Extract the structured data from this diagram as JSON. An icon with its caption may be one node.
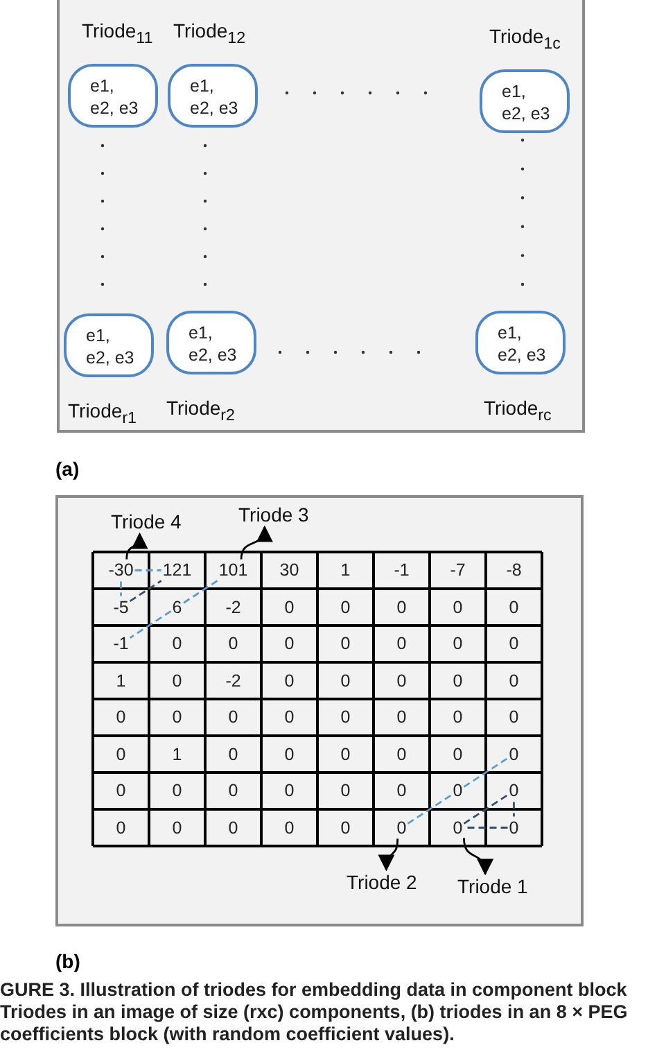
{
  "diagram": {
    "caption": "GURE 3. Illustration of triodes for embedding data in component block Triodes in an image of size (rxc) components, (b) triodes in an 8 × PEG coefficients block (with random coefficient values).",
    "nodes": [
      {
        "text": [],
        "shape": "box"
      },
      {
        "text": [
          "Triode$_{11}$",
          "e1, e2, e3"
        ],
        "in": 0
      },
      {
        "text": [
          "Triode$_{12}$",
          "e1, e2, e3"
        ],
        "in": 0
      },
      {
        "text": [
          "Triode$_{1c}$",
          "e1, e2, e3"
        ],
        "in": 0
      },
      {
        "text": [
          "e1, e2, e3",
          "Triode$_{r1}$"
        ],
        "in": 0
      },
      {
        "text": [
          "e1, e2, e3",
          "Triode$_{r2}$"
        ],
        "in": 0
      },
      {
        "text": [
          "e1, e2, e3",
          "Triode$_{rc}$"
        ],
        "in": 0
      },
      {
        "text": [],
        "shape": "box"
      },
      {
        "text": [
          "Triode 4"
        ],
        "in": 7
      },
      {
        "text": [
          "Triode 3"
        ],
        "in": 7
      },
      {
        "text": [
          "-30"
        ],
        "in": 7
      },
      {
        "text": [
          "121"
        ],
        "in": 7
      },
      {
        "text": [
          "101"
        ],
        "in": 7
      },
      {
        "text": [
          "-5"
        ],
        "in": 7
      },
      {
        "text": [
          "6"
        ],
        "in": 7
      },
      {
        "text": [
          "-1"
        ],
        "in": 7
      },
      {
        "text": [
          "0"
        ],
        "in": 7
      },
      {
        "text": [
          "0"
        ],
        "in": 7
      },
      {
        "text": [
          "0"
        ],
        "in": 7
      },
      {
        "text": [
          "0"
        ],
        "in": 7
      },
      {
        "text": [
          "0"
        ],
        "in": 7
      },
      {
        "text": [
          "0"
        ],
        "in": 7
      },
      {
        "text": [
          "Triode 2"
        ],
        "in": 7
      },
      {
        "text": [
          "Triode 1"
        ],
        "in": 7
      }
    ],
    "edges": [
      {
        "from": 10,
        "to": 8,
        "arrow": "to",
        "color": "#000000"
      },
      {
        "from": 12,
        "to": 9,
        "arrow": "to",
        "color": "#000000"
      },
      {
        "from": 19,
        "to": 22,
        "arrow": "to",
        "color": "#000000"
      },
      {
        "from": 20,
        "to": 23,
        "arrow": "to",
        "color": "#000000"
      },
      {
        "from": 10,
        "to": 11,
        "arrow": "none",
        "style": "dashed",
        "color": "#5b9bd5"
      },
      {
        "from": 10,
        "to": 13,
        "arrow": "none",
        "style": "dashed",
        "color": "#5b9bd5"
      },
      {
        "from": 13,
        "to": 11,
        "arrow": "none",
        "style": "dashed",
        "color": "#2f4f6f"
      },
      {
        "from": 12,
        "to": 14,
        "arrow": "none",
        "style": "dashed",
        "color": "#5b9bd5"
      },
      {
        "from": 14,
        "to": 15,
        "arrow": "none",
        "style": "dashed",
        "color": "#5b9bd5"
      },
      {
        "from": 19,
        "to": 17,
        "arrow": "none",
        "style": "dashed",
        "color": "#5b9bd5"
      },
      {
        "from": 17,
        "to": 16,
        "arrow": "none",
        "style": "dashed",
        "color": "#5b9bd5"
      },
      {
        "from": 20,
        "to": 18,
        "arrow": "none",
        "style": "dashed",
        "color": "#2f4f6f"
      },
      {
        "from": 18,
        "to": 21,
        "arrow": "none",
        "style": "dashed",
        "color": "#2f4f6f"
      },
      {
        "from": 21,
        "to": 20,
        "arrow": "none",
        "style": "dashed",
        "color": "#2f4f6f"
      }
    ],
    "labels": [
      "(a)",
      "30",
      "1",
      "-1",
      "-7",
      "-8",
      "-2",
      "0",
      "0",
      "0",
      "0",
      "0",
      "0",
      "0",
      "0",
      "0",
      "0",
      "0",
      "0",
      "1",
      "0",
      "-2",
      "0",
      "0",
      "0",
      "0",
      "0",
      "0",
      "0",
      "0",
      "0",
      "0",
      "0",
      "0",
      "0",
      "0",
      "1",
      "0",
      "0",
      "0",
      "0",
      "0",
      "0",
      "0",
      "0",
      "0",
      "0",
      "0",
      "0",
      "0",
      "0",
      "0",
      "0",
      "(b)"
    ]
  }
}
